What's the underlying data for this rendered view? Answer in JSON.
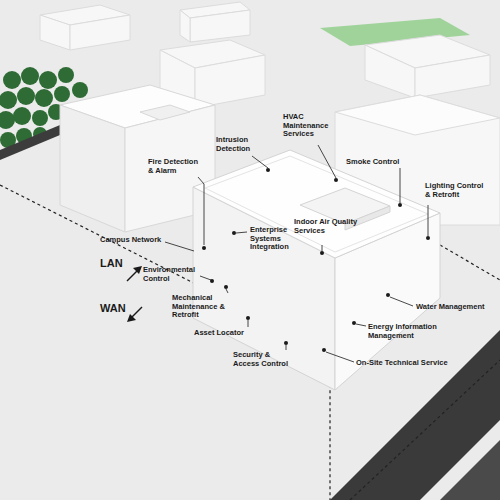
{
  "diagram": {
    "labels": [
      "Intrusion Detection",
      "HVAC Maintenance Services",
      "Fire Detection & Alarm",
      "Smoke Control",
      "Lighting Control & Retrofit",
      "Enterprise Systems Integration",
      "Indoor Air Quality Services",
      "Campus Network",
      "Environmental Control",
      "LAN",
      "WAN",
      "Mechanical Maintenance & Retrofit",
      "Water Management",
      "Asset Locator",
      "Energy Information Management",
      "Security & Access Control",
      "On-Site Technical Service"
    ]
  }
}
